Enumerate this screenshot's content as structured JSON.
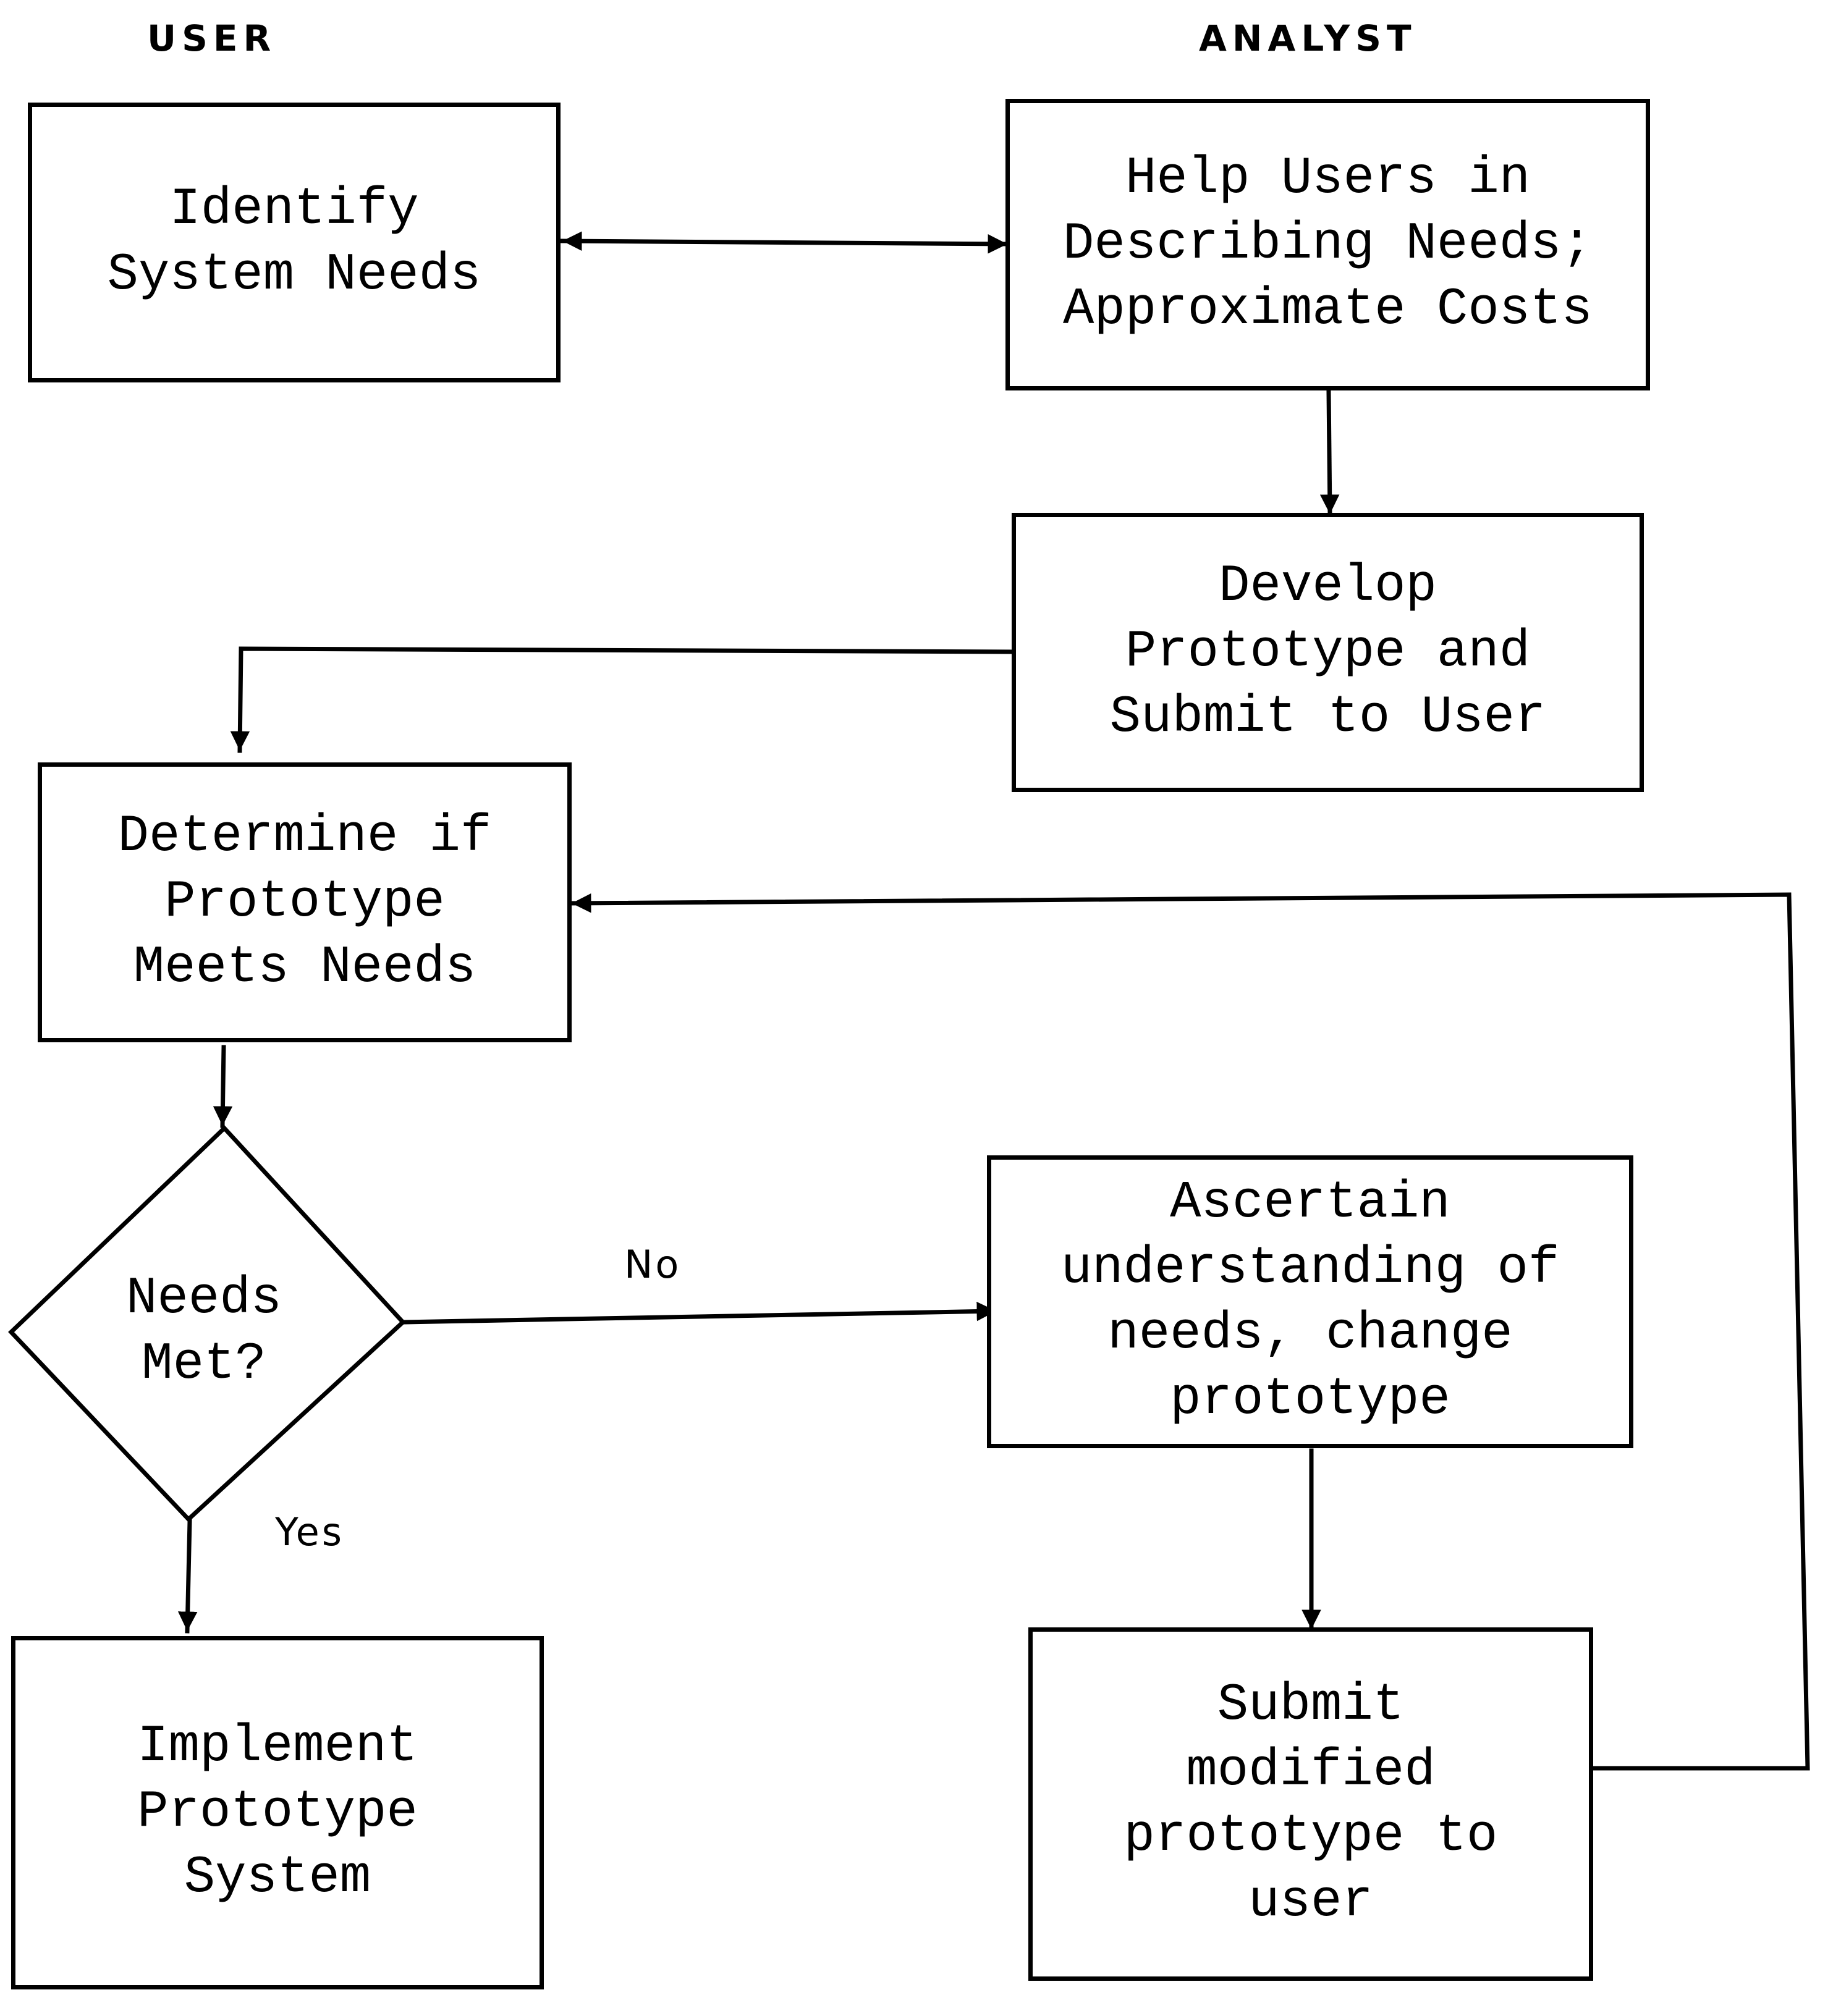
{
  "lanes": {
    "user": "USER",
    "analyst": "ANALYST"
  },
  "nodes": {
    "identify_needs": "Identify\nSystem Needs",
    "help_users": "Help Users in\nDescribing Needs;\nApproximate Costs",
    "develop_prototype": "Develop\nPrototype and\nSubmit to User",
    "determine_prototype": "Determine if\nPrototype\nMeets Needs",
    "needs_met": "Needs\nMet?",
    "ascertain": "Ascertain\nunderstanding of\nneeds, change\nprototype",
    "implement": "Implement\nPrototype\nSystem",
    "submit_modified": "Submit\nmodified\nprototype to\nuser"
  },
  "edge_labels": {
    "no": "No",
    "yes": "Yes"
  },
  "colors": {
    "line": "#000000",
    "background": "#ffffff"
  }
}
